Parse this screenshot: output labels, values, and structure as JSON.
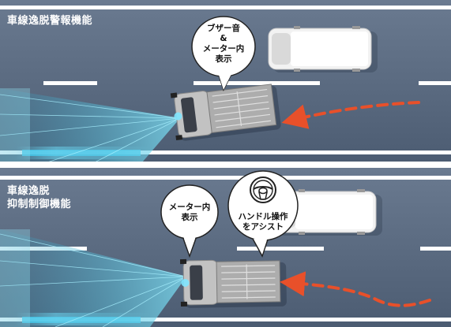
{
  "panels": [
    {
      "title_lines": [
        "車線逸脱警報機能"
      ],
      "bubbles": [
        {
          "lines": [
            "ブザー音",
            "&",
            "メーター内",
            "表示"
          ]
        }
      ]
    },
    {
      "title_lines": [
        "車線逸脱",
        "抑制制御機能"
      ],
      "bubbles": [
        {
          "lines": [
            "メーター内",
            "表示"
          ]
        },
        {
          "lines": [
            "ハンドル操作",
            "をアシスト"
          ],
          "icon": "steering-wheel-icon"
        }
      ]
    }
  ],
  "colors": {
    "road": "#5a6a80",
    "lane_line": "#ffffff",
    "camera_beam": "#40b8d8",
    "lane_highlight": "#2ec4e8",
    "trajectory_arrow": "#e8502a",
    "truck_body": "#b8b8b8",
    "panel_separator": "#ffffff"
  },
  "icons": [
    "pickup-truck-icon",
    "white-van-icon",
    "steering-wheel-icon",
    "camera-beam-icon",
    "red-dashed-trajectory-arrow"
  ]
}
